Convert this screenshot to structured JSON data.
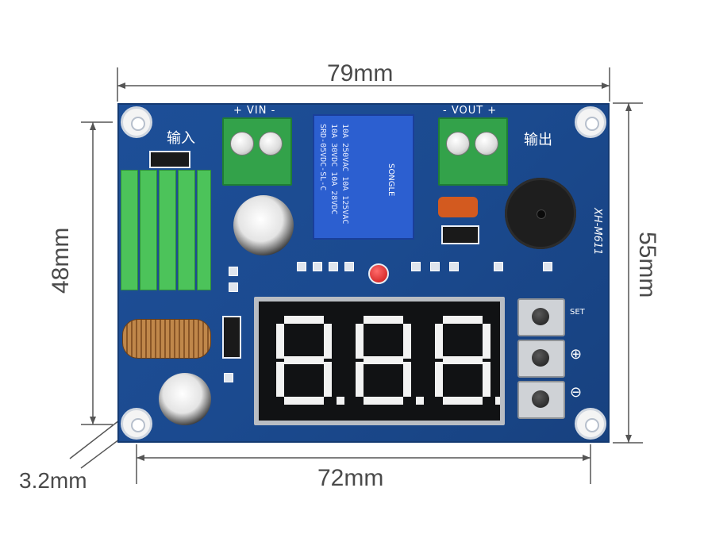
{
  "dimensions": {
    "width_label": "79mm",
    "height_label": "55mm",
    "hole_spacing_horizontal_label": "72mm",
    "hole_spacing_vertical_label": "48mm",
    "hole_diameter_label": "3.2mm"
  },
  "board": {
    "model": "XH-M611",
    "vin_label": "+ VIN -",
    "vout_label": "- VOUT +",
    "input_label": "输入",
    "output_label": "输出",
    "set_label": "SET",
    "plus_label": "⊕",
    "minus_label": "⊖",
    "relay_brand": "SONGLE",
    "relay_lines": [
      "10A 250VAC  10A 125VAC",
      "10A 30VDC  10A 28VDC",
      "SRD-05VDC-SL-C"
    ],
    "display_digits": "8.8.8.",
    "color_board": "#1b4a8f",
    "color_terminal": "#33a24a",
    "color_heatsink": "#4cc35a"
  }
}
